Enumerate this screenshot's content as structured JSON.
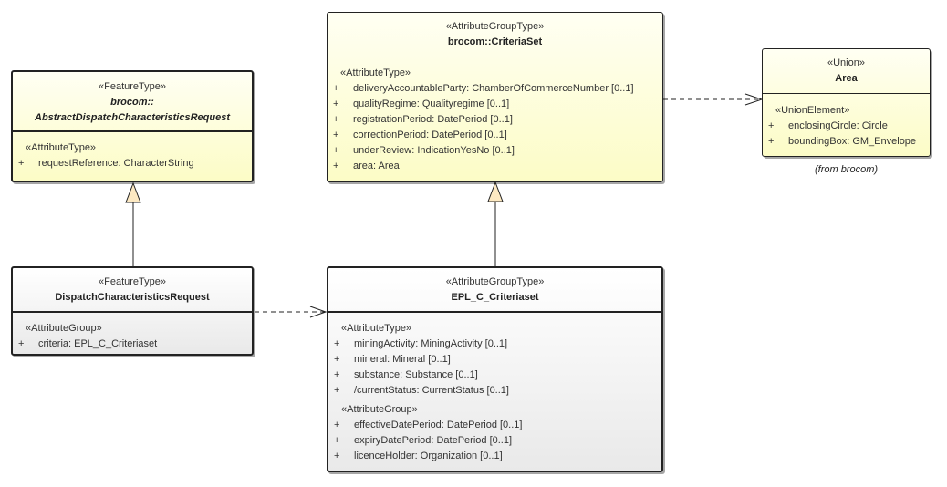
{
  "colors": {
    "stroke": "#222222",
    "class_fill_yellow": "#fcfcc6",
    "class_fill_grey": "#e9e9e9",
    "text": "#333333"
  },
  "classes": {
    "abstract_dispatch": {
      "stereotype": "«FeatureType»",
      "name_line1": "brocom::",
      "name_line2": "AbstractDispatchCharacteristicsRequest",
      "sections": [
        {
          "title": "«AttributeType»",
          "rows": [
            {
              "vis": "+",
              "text": "requestReference: CharacterString"
            }
          ]
        }
      ]
    },
    "criteria_set": {
      "stereotype": "«AttributeGroupType»",
      "name": "brocom::CriteriaSet",
      "sections": [
        {
          "title": "«AttributeType»",
          "rows": [
            {
              "vis": "+",
              "text": "deliveryAccountableParty: ChamberOfCommerceNumber [0..1]"
            },
            {
              "vis": "+",
              "text": "qualityRegime: Qualityregime [0..1]"
            },
            {
              "vis": "+",
              "text": "registrationPeriod: DatePeriod [0..1]"
            },
            {
              "vis": "+",
              "text": "correctionPeriod: DatePeriod [0..1]"
            },
            {
              "vis": "+",
              "text": "underReview: IndicationYesNo [0..1]"
            },
            {
              "vis": "+",
              "text": "area: Area"
            }
          ]
        }
      ]
    },
    "area": {
      "stereotype": "«Union»",
      "name": "Area",
      "sections": [
        {
          "title": "«UnionElement»",
          "rows": [
            {
              "vis": "+",
              "text": "enclosingCircle: Circle"
            },
            {
              "vis": "+",
              "text": "boundingBox: GM_Envelope"
            }
          ]
        }
      ],
      "note": "(from brocom)"
    },
    "dispatch": {
      "stereotype": "«FeatureType»",
      "name": "DispatchCharacteristicsRequest",
      "sections": [
        {
          "title": "«AttributeGroup»",
          "rows": [
            {
              "vis": "+",
              "text": "criteria: EPL_C_Criteriaset"
            }
          ]
        }
      ]
    },
    "epl_criteriaset": {
      "stereotype": "«AttributeGroupType»",
      "name": "EPL_C_Criteriaset",
      "sections": [
        {
          "title": "«AttributeType»",
          "rows": [
            {
              "vis": "+",
              "text": "miningActivity: MiningActivity [0..1]"
            },
            {
              "vis": "+",
              "text": "mineral: Mineral [0..1]"
            },
            {
              "vis": "+",
              "text": "substance: Substance [0..1]"
            },
            {
              "vis": "+",
              "text": "/currentStatus: CurrentStatus [0..1]"
            }
          ]
        },
        {
          "title": "«AttributeGroup»",
          "rows": [
            {
              "vis": "+",
              "text": "effectiveDatePeriod: DatePeriod [0..1]"
            },
            {
              "vis": "+",
              "text": "expiryDatePeriod: DatePeriod [0..1]"
            },
            {
              "vis": "+",
              "text": "licenceHolder: Organization [0..1]"
            }
          ]
        }
      ]
    }
  }
}
